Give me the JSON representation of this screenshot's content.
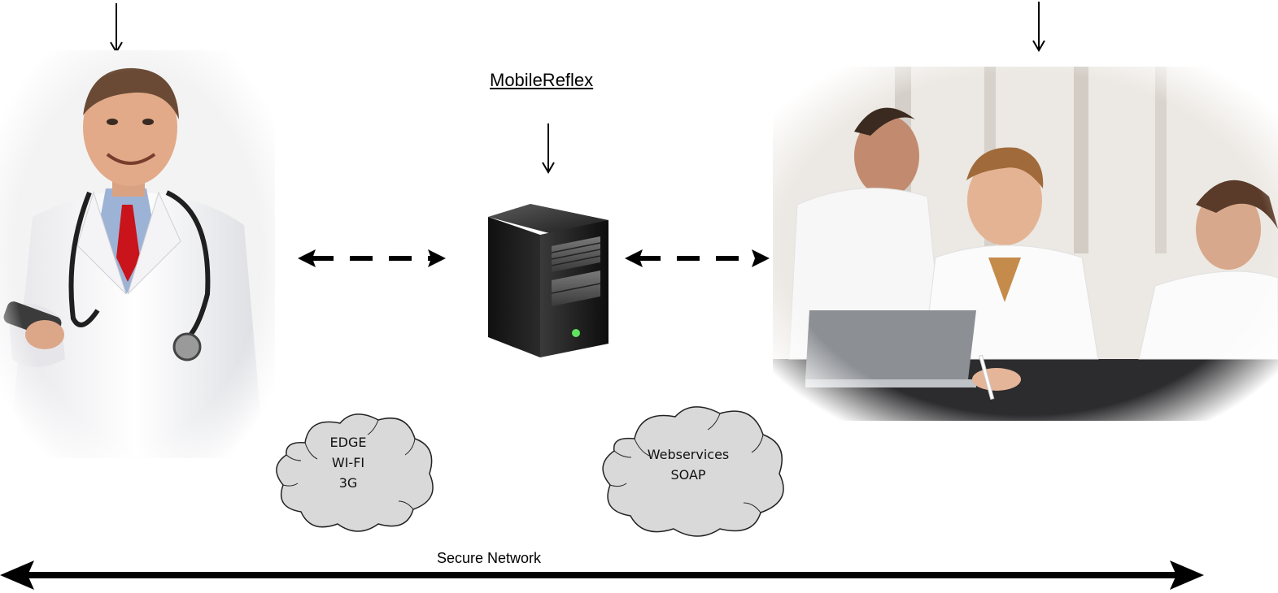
{
  "diagram": {
    "server_label": "MobileReflex",
    "network_label": "Secure Network",
    "cloud_left": {
      "lines": [
        "EDGE",
        "WI-FI",
        "3G"
      ]
    },
    "cloud_right": {
      "lines": [
        "Webservices",
        "SOAP"
      ]
    },
    "icons": {
      "doctor": "doctor-with-phone-photo",
      "server": "server-tower-icon",
      "team": "medical-team-laptop-photo",
      "cloud": "cloud-icon"
    },
    "colors": {
      "arrow": "#000000",
      "cloud_fill": "#d9d9d9",
      "cloud_stroke": "#222222",
      "server_body": "#1c1c1c"
    }
  }
}
